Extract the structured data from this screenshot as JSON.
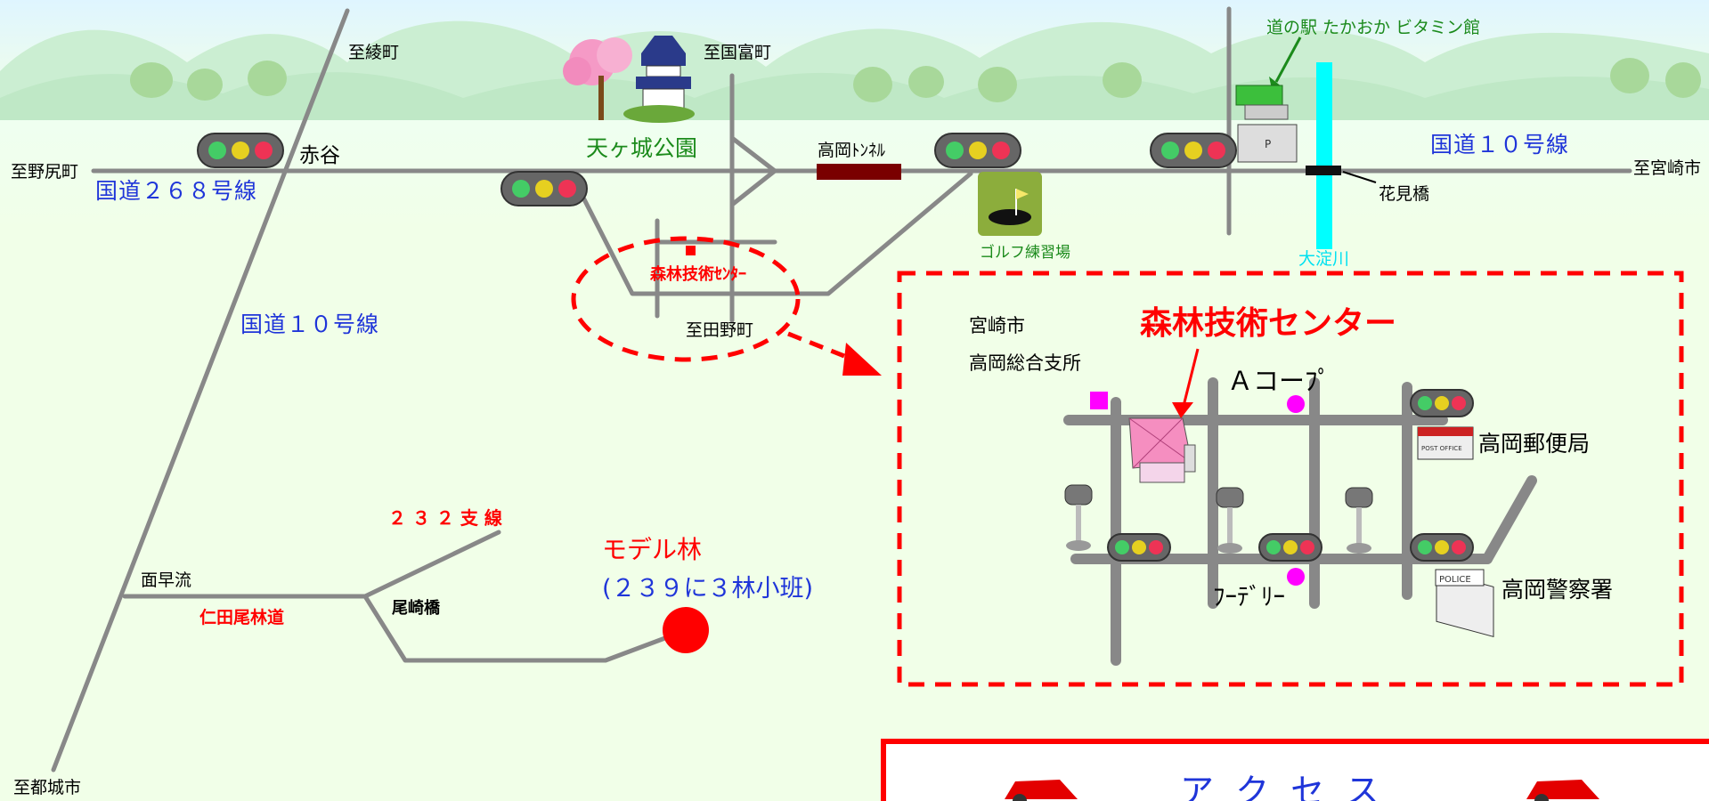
{
  "map": {
    "destinations": {
      "ayacho": "至綾町",
      "kunitomi": "至国富町",
      "nojiri": "至野尻町",
      "miyazaki": "至宮崎市",
      "tanocho": "至田野町",
      "miyakonojo": "至都城市"
    },
    "places": {
      "akaya": "赤谷",
      "amagajo_park": "天ヶ城公園",
      "takaoka_tunnel": "高岡ﾄﾝﾈﾙ",
      "roadside_station": "道の駅 たかおか ビタミン館",
      "hanamibashi": "花見橋",
      "onyodo_river": "大淀川",
      "golf_range": "ゴルフ練習場",
      "forest_center_small": "森林技術ｾﾝﾀｰ",
      "omohaya": "面早流",
      "nitao_forest_road": "仁田尾林道",
      "osakibashi": "尾崎橋",
      "branch_232": "２ ３ ２ 支 線"
    },
    "routes": {
      "route268": "国道２６８号線",
      "route10_left": "国道１０号線",
      "route10_right": "国道１０号線"
    },
    "model_forest": {
      "title": "モデル林",
      "detail": "(２３９に３林小班)"
    }
  },
  "inset": {
    "title": "森林技術センター",
    "branch_line1": "宮崎市",
    "branch_line2": "高岡総合支所",
    "acoop": "Ａコーﾌﾟ",
    "fadley": "ﾌｰﾃﾞﾘｰ",
    "post_office": "高岡郵便局",
    "police": "高岡警察署",
    "post_icon_text": "POST OFFICE",
    "police_icon_text": "POLICE"
  },
  "access": {
    "title": "ア ク セ ス"
  },
  "colors": {
    "road": "#888888",
    "red": "#ff0000",
    "blue": "#1f35d9",
    "green": "#1b8a1b",
    "river": "#00ffff",
    "magenta": "#ff00ff"
  }
}
